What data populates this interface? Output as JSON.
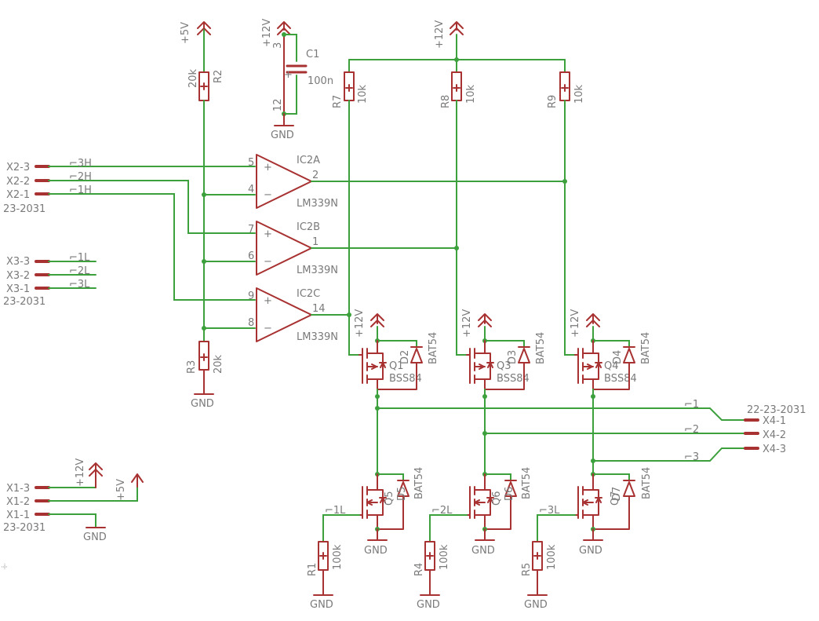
{
  "supply": {
    "p5v": "+5V",
    "p12v": "+12V",
    "gnd": "GND"
  },
  "resistors": {
    "R1": {
      "name": "R1",
      "value": "100k"
    },
    "R2": {
      "name": "R2",
      "value": "20k"
    },
    "R3": {
      "name": "R3",
      "value": "20k"
    },
    "R4": {
      "name": "R4",
      "value": "100k"
    },
    "R5": {
      "name": "R5",
      "value": "100k"
    },
    "R7": {
      "name": "R7",
      "value": "10k"
    },
    "R8": {
      "name": "R8",
      "value": "10k"
    },
    "R9": {
      "name": "R9",
      "value": "10k"
    }
  },
  "capacitor": {
    "name": "C1",
    "value": "100n",
    "pin_top": "3",
    "pin_bottom": "12"
  },
  "comparators": {
    "ic2a": {
      "name": "IC2A",
      "part": "LM339N",
      "pin_pos": "5",
      "pin_neg": "4",
      "pin_out": "2"
    },
    "ic2b": {
      "name": "IC2B",
      "part": "LM339N",
      "pin_pos": "7",
      "pin_neg": "6",
      "pin_out": "1"
    },
    "ic2c": {
      "name": "IC2C",
      "part": "LM339N",
      "pin_pos": "9",
      "pin_neg": "8",
      "pin_out": "14"
    }
  },
  "transistors": {
    "q1": {
      "name": "Q1",
      "part": "BSS84"
    },
    "q3": {
      "name": "Q3",
      "part": "BSS84"
    },
    "q4": {
      "name": "Q4",
      "part": "BSS84"
    },
    "q5": {
      "name": "Q5"
    },
    "q6": {
      "name": "Q6"
    },
    "q7": {
      "name": "Q7"
    }
  },
  "diodes": {
    "d_part": "BAT54",
    "d2": "D2",
    "d3": "D3",
    "d4": "D4",
    "d5": "D5",
    "d6": "D6",
    "d7": "D7"
  },
  "connectors": {
    "x1": {
      "pins": [
        "X1-3",
        "X1-2",
        "X1-1"
      ],
      "part": "23-2031"
    },
    "x2": {
      "pins": [
        "X2-3",
        "X2-2",
        "X2-1"
      ],
      "part": "23-2031"
    },
    "x3": {
      "pins": [
        "X3-3",
        "X3-2",
        "X3-1"
      ],
      "part": "23-2031"
    },
    "x4": {
      "pins": [
        "X4-1",
        "X4-2",
        "X4-3"
      ],
      "part": "22-23-2031"
    }
  },
  "nets": {
    "h3": "3H",
    "h2": "2H",
    "h1": "1H",
    "l1": "1L",
    "l2": "2L",
    "l3": "3L",
    "o1": "1",
    "o2": "2",
    "o3": "3"
  },
  "colors": {
    "wire": "#3ca03c",
    "symbol": "#a83232",
    "label": "#7a7a7a"
  }
}
